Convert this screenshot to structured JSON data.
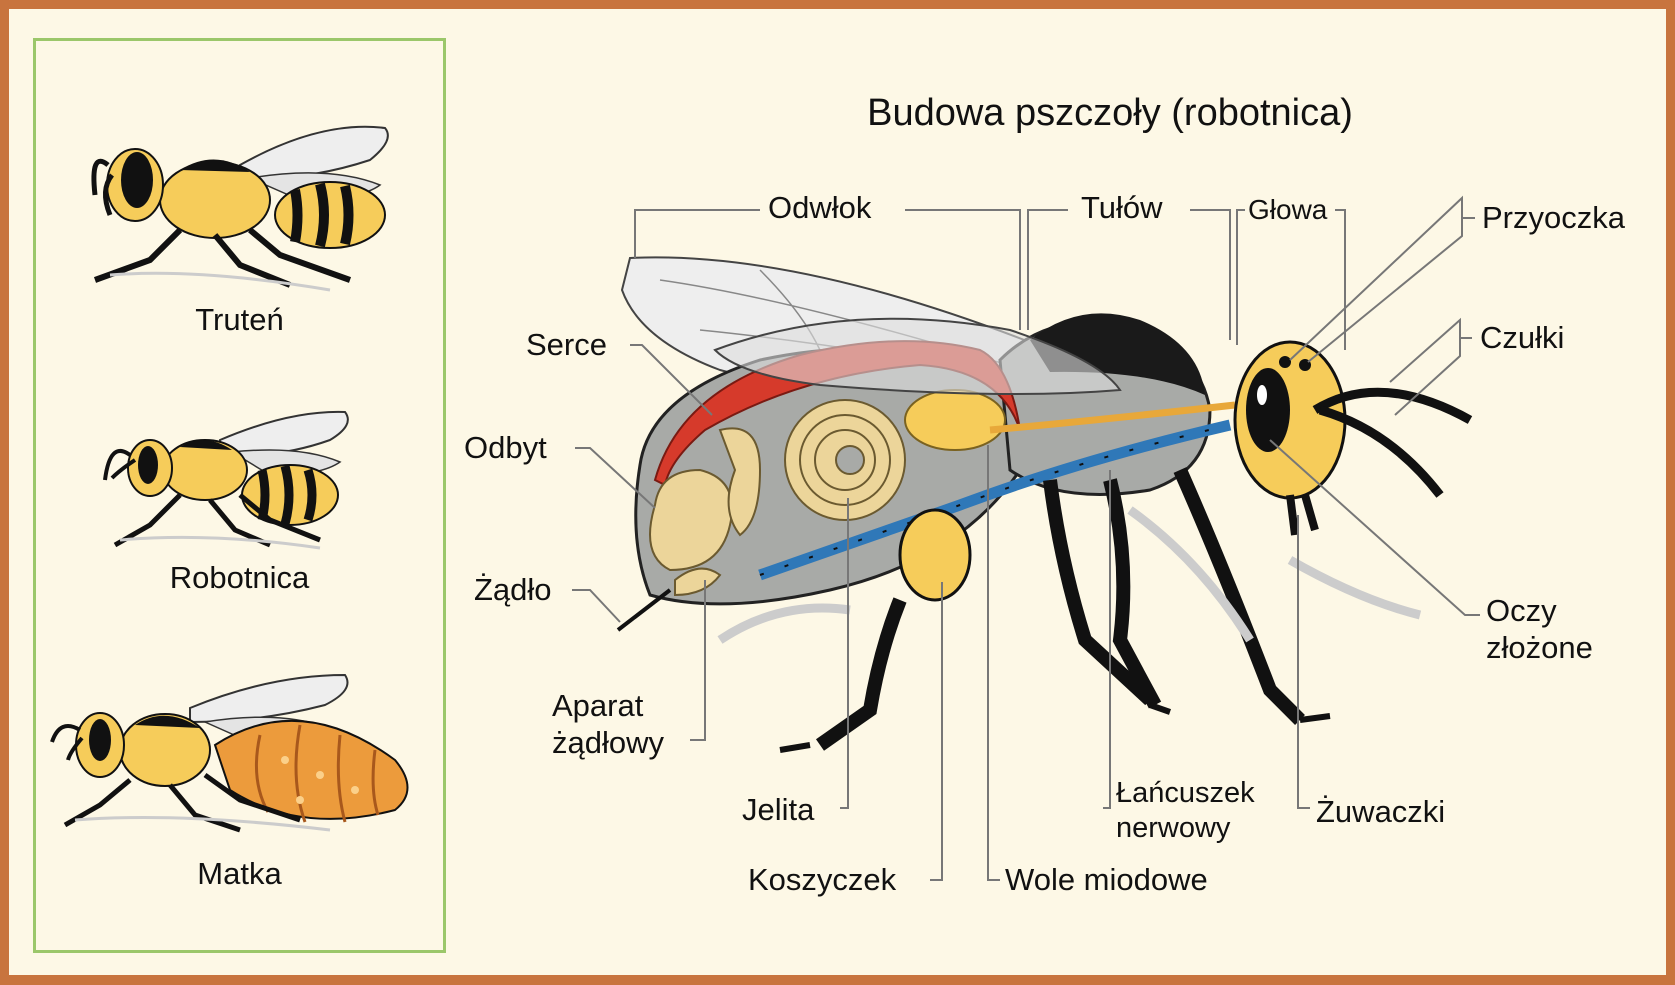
{
  "title": "Budowa pszczoły (robotnica)",
  "castes": [
    {
      "name": "Truteń"
    },
    {
      "name": "Robotnica"
    },
    {
      "name": "Matka"
    }
  ],
  "labels": {
    "odwlok": "Odwłok",
    "tulow": "Tułów",
    "glowa": "Głowa",
    "przyoczka": "Przyoczka",
    "czulki": "Czułki",
    "serce": "Serce",
    "odbyt": "Odbyt",
    "zadlo": "Żądło",
    "aparat_1": "Aparat",
    "aparat_2": "żądłowy",
    "jelita": "Jelita",
    "koszyczek": "Koszyczek",
    "wole": "Wole miodowe",
    "lancuszek_1": "Łańcuszek",
    "lancuszek_2": "nerwowy",
    "zuwaczki": "Żuwaczki",
    "oczy_1": "Oczy",
    "oczy_2": "złożone"
  },
  "colors": {
    "frame": "#c8743e",
    "panel_border": "#9bc76a",
    "background": "#fdf8e6",
    "body_yellow": "#f6cc5a",
    "heart_red": "#d63a2b",
    "nerve_blue": "#2f78b8",
    "gut_tan": "#ecd59a",
    "queen_orange": "#ec9b3c",
    "internal_gray": "#a8aaa7"
  }
}
